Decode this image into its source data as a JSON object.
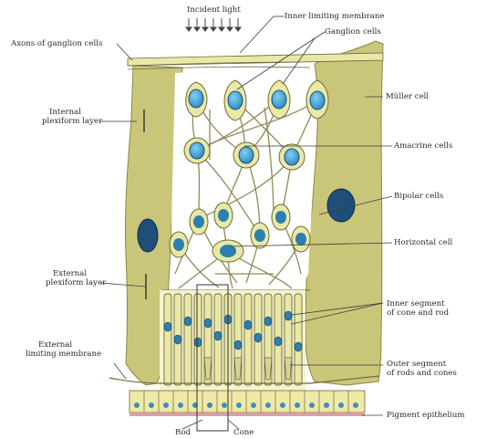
{
  "diagram": {
    "top_label": "Incident light",
    "labels": {
      "inner_limiting_membrane": "Inner limiting membrane",
      "ganglion_cells": "Ganglion cells",
      "axons_of_ganglion_cells": "Axons of ganglion cells",
      "muller_cell": "Müller cell",
      "internal_plexiform_layer_line1": "Internal",
      "internal_plexiform_layer_line2": "plexiform layer",
      "amacrine_cells": "Amacrine cells",
      "bipolar_cells": "Bipolar cells",
      "horizontal_cell": "Horizontal cell",
      "external_plexiform_layer_line1": "External",
      "external_plexiform_layer_line2": "plexiform layer",
      "inner_segment_line1": "Inner segment",
      "inner_segment_line2": "of cone and rod",
      "external_limiting_membrane_line1": "External",
      "external_limiting_membrane_line2": "limiting membrane",
      "outer_segment_line1": "Outer segment",
      "outer_segment_line2": "of rods and cones",
      "pigment_epithelium": "Pigment epithelium",
      "rod": "Rod",
      "cone": "Cone"
    },
    "colors": {
      "cell_fill": "#e9e8a6",
      "muller_fill": "#c9c67a",
      "muller_dark": "#b3ae5e",
      "nucleus": "#3aa6d6",
      "nucleus_dark": "#1d4f7a",
      "outline": "#6e6a3c",
      "leader": "#3c3c3c",
      "pigment_band": "#d8a0a8"
    }
  }
}
